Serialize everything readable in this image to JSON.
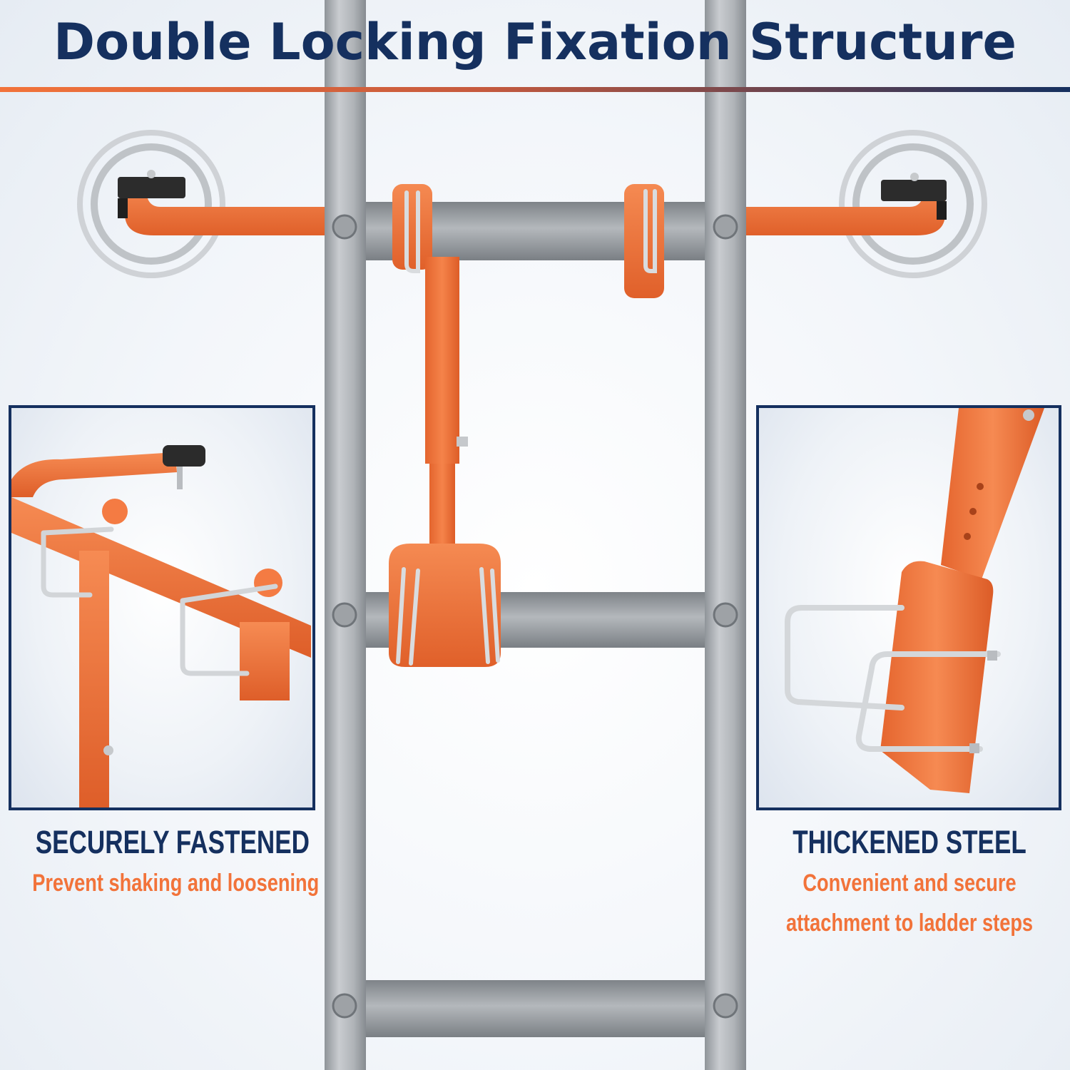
{
  "title": "Double Locking Fixation Structure",
  "colors": {
    "navy": "#15305f",
    "orange": "#f2733a",
    "steel": "#a8acb0"
  },
  "features": [
    {
      "heading": "SECURELY FASTENED",
      "lines": [
        "Prevent shaking and loosening"
      ]
    },
    {
      "heading": "THICKENED STEEL",
      "lines": [
        "Convenient and secure",
        "attachment to ladder steps"
      ]
    }
  ]
}
